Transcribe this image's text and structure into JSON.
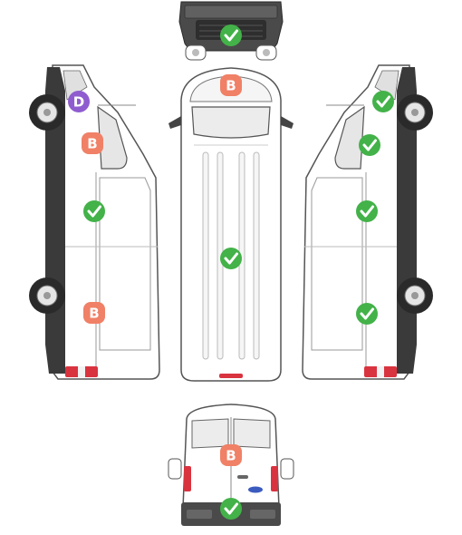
{
  "colors": {
    "ok_green": "#43b249",
    "damage_b": "#f08066",
    "damage_d": "#8f5ccf",
    "body_outline": "#555555",
    "body_fill": "#ffffff",
    "trim_dark": "#3a3a3a",
    "taillight_red": "#d9333f",
    "panel_grey": "#e9e9e9"
  },
  "views": [
    {
      "id": "front",
      "name": "front-view"
    },
    {
      "id": "top",
      "name": "top-view"
    },
    {
      "id": "left",
      "name": "left-side-view"
    },
    {
      "id": "right",
      "name": "right-side-view"
    },
    {
      "id": "rear",
      "name": "rear-view"
    }
  ],
  "markers": [
    {
      "view": "front",
      "zone": "bumper",
      "kind": "ok",
      "label": ""
    },
    {
      "view": "top",
      "zone": "roof-front",
      "kind": "damage",
      "label": "B"
    },
    {
      "view": "top",
      "zone": "roof-center",
      "kind": "ok",
      "label": ""
    },
    {
      "view": "left",
      "zone": "mirror",
      "kind": "damage",
      "label": "D"
    },
    {
      "view": "left",
      "zone": "front-door",
      "kind": "damage",
      "label": "B"
    },
    {
      "view": "left",
      "zone": "sliding-door",
      "kind": "ok",
      "label": ""
    },
    {
      "view": "left",
      "zone": "rear-panel",
      "kind": "damage",
      "label": "B"
    },
    {
      "view": "right",
      "zone": "mirror",
      "kind": "ok",
      "label": ""
    },
    {
      "view": "right",
      "zone": "front-door",
      "kind": "ok",
      "label": ""
    },
    {
      "view": "right",
      "zone": "middle-panel",
      "kind": "ok",
      "label": ""
    },
    {
      "view": "right",
      "zone": "rear-panel",
      "kind": "ok",
      "label": ""
    },
    {
      "view": "rear",
      "zone": "rear-doors",
      "kind": "damage",
      "label": "B"
    },
    {
      "view": "rear",
      "zone": "rear-bumper",
      "kind": "ok",
      "label": ""
    }
  ]
}
